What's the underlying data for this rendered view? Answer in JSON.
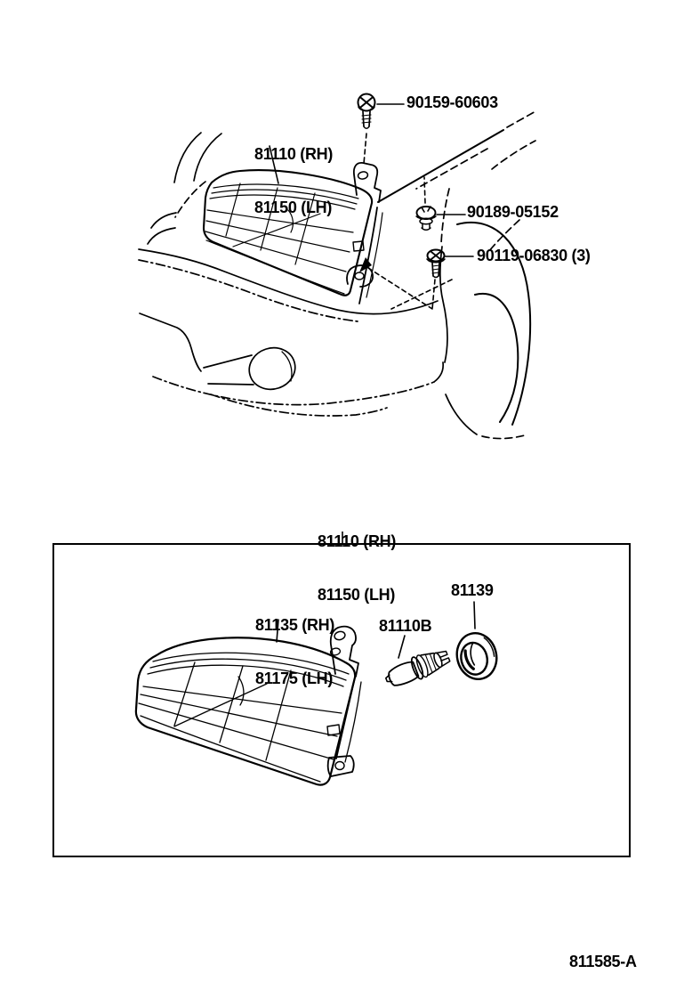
{
  "page": {
    "background_color": "#ffffff",
    "ink_color": "#000000",
    "description": "Toyota headlamp parts diagram"
  },
  "top_diagram": {
    "headlamp_label": {
      "line1": "81110 (RH)",
      "line2": "81150 (LH)"
    },
    "parts": [
      {
        "id": "screw",
        "label": "90159-60603"
      },
      {
        "id": "clip",
        "label": "90189-05152"
      },
      {
        "id": "bolt",
        "label": "90119-06830 (3)"
      }
    ]
  },
  "detail_box": {
    "assembly_label": {
      "line1": "81110 (RH)",
      "line2": "81150 (LH)"
    },
    "lens_label": {
      "line1": "81135 (RH)",
      "line2": "81175 (LH)"
    },
    "bulb_label": "81110B",
    "cap_label": "81139"
  },
  "footer": {
    "figure_code": "811585-A"
  }
}
